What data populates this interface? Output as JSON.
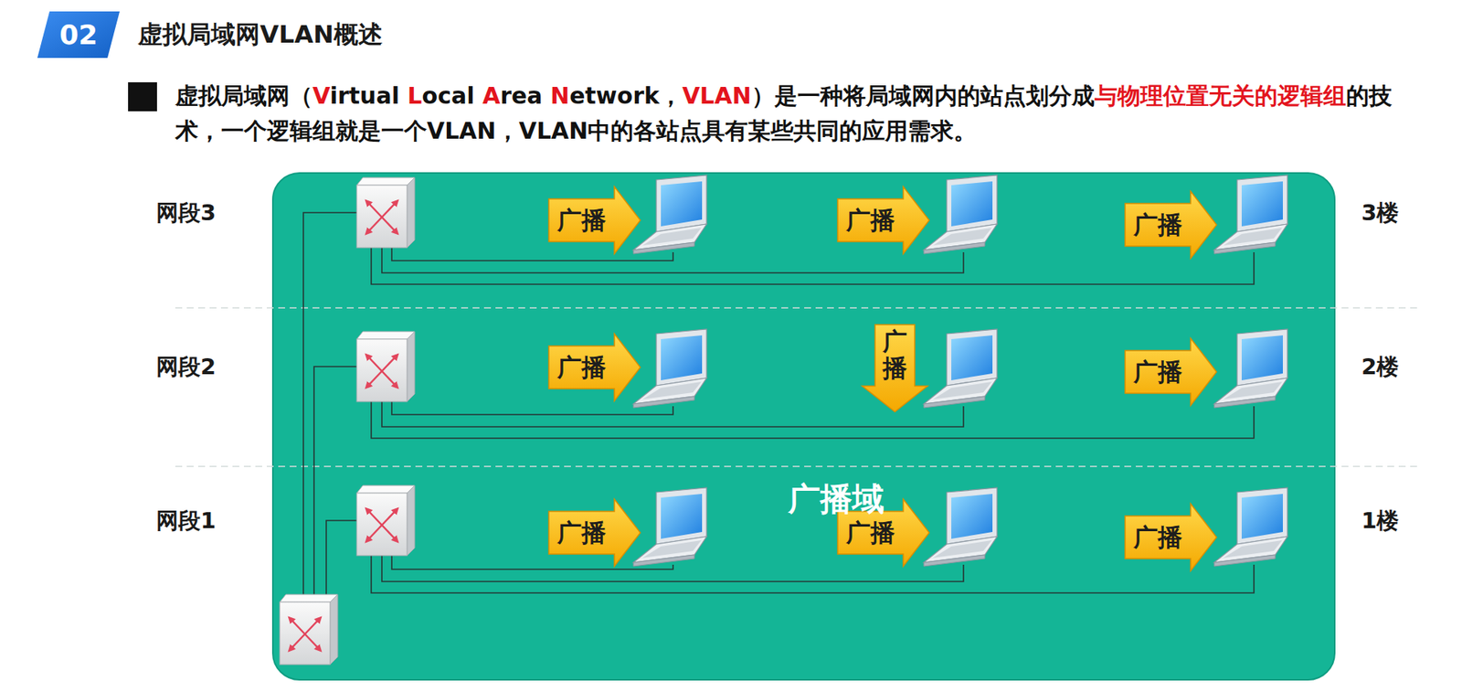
{
  "diagram": {
    "title": "虚拟局域网VLAN概述",
    "nodes": [
      {
        "text": [
          "02"
        ]
      },
      {
        "text": [
          "广播域"
        ]
      },
      {
        "text": [
          "广播"
        ],
        "in": 1
      },
      {
        "text": [
          "广播"
        ],
        "in": 1
      },
      {
        "text": [
          "广播"
        ],
        "in": 1
      },
      {
        "text": [
          "广播"
        ],
        "in": 1
      },
      {
        "text": [
          "广播"
        ],
        "in": 1
      },
      {
        "text": [
          "广播"
        ],
        "in": 1
      },
      {
        "text": [
          "广播"
        ],
        "in": 1
      },
      {
        "text": [
          "广播"
        ],
        "in": 1
      },
      {
        "text": [
          "广播"
        ],
        "in": 1
      }
    ],
    "labels": [
      "虚拟局域网（",
      "V",
      "irtual ",
      "L",
      "ocal ",
      "A",
      "rea ",
      "N",
      "etwork，",
      "VLAN",
      "）是一种将局域网内的站点划分成",
      "与物理位置无关的逻辑组",
      "的技术，一个逻辑组就是一个VLAN，VLAN中的各站点具有某些共同的应用需求。",
      "网段3",
      "3楼",
      "网段2",
      "2楼",
      "网段1",
      "1楼"
    ]
  }
}
